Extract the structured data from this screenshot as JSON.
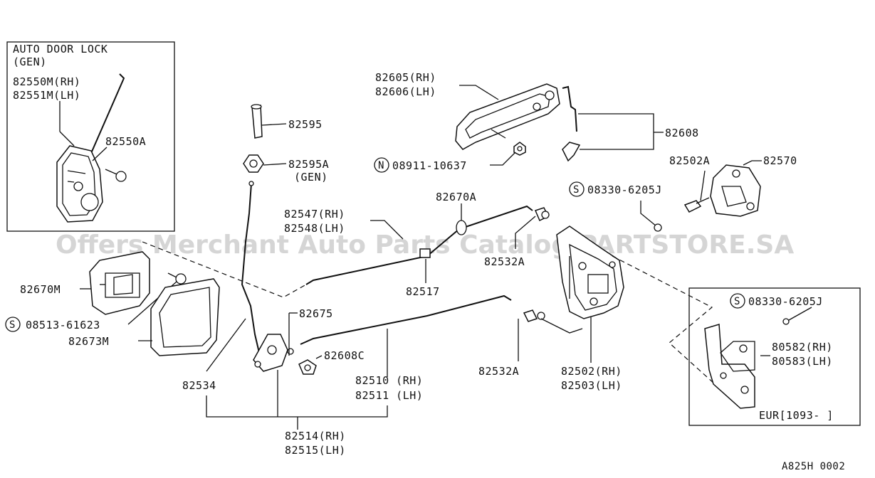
{
  "inset_auto_door_lock": {
    "title": "AUTO DOOR LOCK",
    "subtitle": "(GEN)",
    "labels": [
      "82550M(RH)",
      "82551M(LH)",
      "82550A"
    ]
  },
  "inset_eur": {
    "callout": "08330-6205J",
    "callout_prefix": "S",
    "labels": [
      "80582(RH)",
      "80583(LH)"
    ],
    "footer": "EUR[1093- ]"
  },
  "callouts": {
    "p82605": "82605(RH)",
    "p82606": "82606(LH)",
    "p82608": "82608",
    "p08911": "08911-10637",
    "p08911_prefix": "N",
    "p82595": "82595",
    "p82595a": "82595A",
    "p82595a_sub": "(GEN)",
    "p82502a": "82502A",
    "p82570": "82570",
    "p08330": "08330-6205J",
    "p08330_prefix": "S",
    "p82670a": "82670A",
    "p82547": "82547(RH)",
    "p82548": "82548(LH)",
    "p82532a_top": "82532A",
    "p82517": "82517",
    "p82670m": "82670M",
    "p08513": "08513-61623",
    "p08513_prefix": "S",
    "p82673m": "82673M",
    "p82675": "82675",
    "p82608c": "82608C",
    "p82534": "82534",
    "p82510": "82510 (RH)",
    "p82511": "82511 (LH)",
    "p82532a_bot": "82532A",
    "p82502": "82502(RH)",
    "p82503": "82503(LH)",
    "p82514": "82514(RH)",
    "p82515": "82515(LH)"
  },
  "watermark": "Offers Merchant Auto Parts Catalog PARTSTORE.SA",
  "diagram_code": "A825H 0002"
}
